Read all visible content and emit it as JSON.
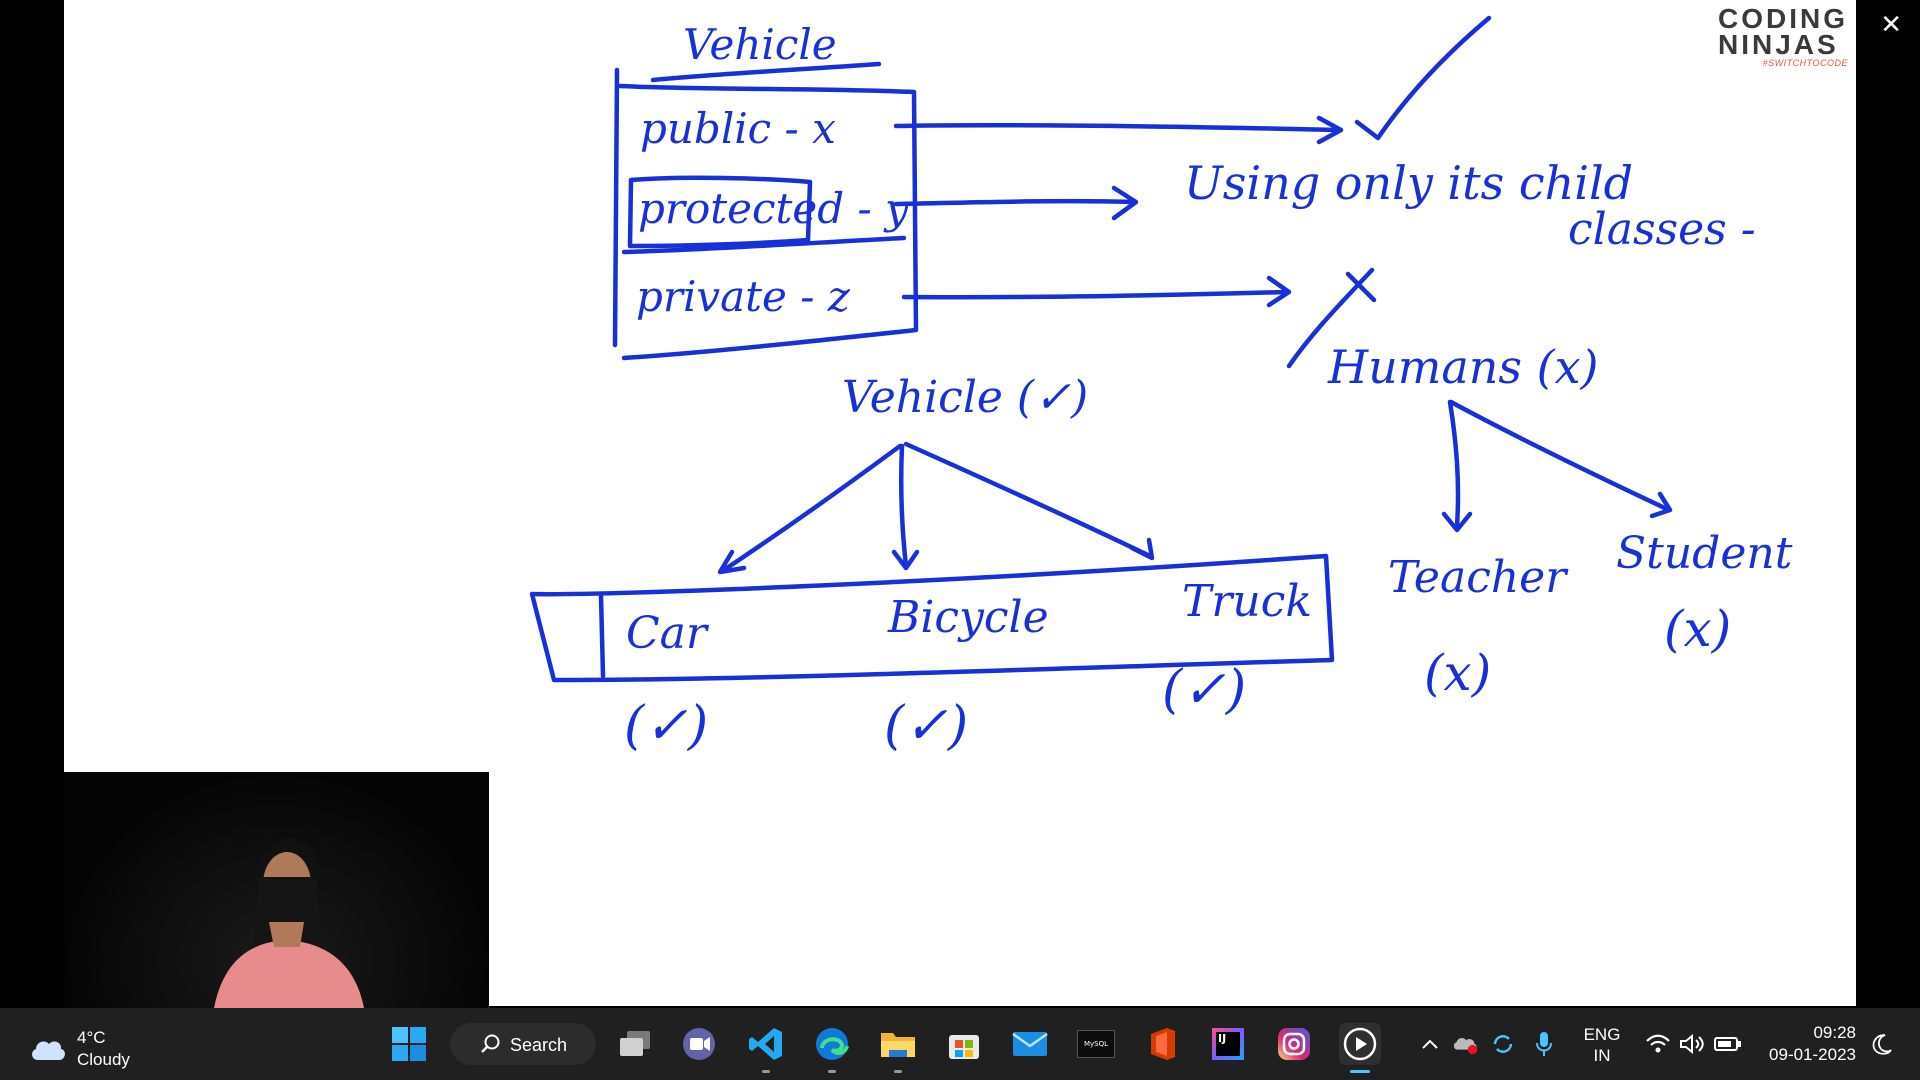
{
  "logo": {
    "line1": "CODING",
    "line2": "NINJAS",
    "tagline": "#SWITCHTOCODE"
  },
  "window": {
    "close_icon": "close-icon"
  },
  "whiteboard": {
    "class_title": "Vehicle",
    "members": [
      {
        "label": "public - x"
      },
      {
        "label": "protected - y"
      },
      {
        "label": "private - z"
      }
    ],
    "child_note_line1": "Using only its child",
    "child_note_line2": "classes -",
    "tree_left": {
      "root": "Vehicle (✓)",
      "children": [
        {
          "name": "Car",
          "mark": "(✓)"
        },
        {
          "name": "Bicycle",
          "mark": "(✓)"
        },
        {
          "name": "Truck",
          "mark": "(✓)"
        }
      ]
    },
    "tree_right": {
      "root": "Humans (x)",
      "children": [
        {
          "name": "Teacher",
          "mark": "(x)"
        },
        {
          "name": "Student",
          "mark": "(x)"
        }
      ]
    }
  },
  "taskbar": {
    "weather": {
      "temperature": "4°C",
      "condition": "Cloudy",
      "icon": "cloud-icon"
    },
    "search_label": "Search",
    "apps": [
      {
        "name": "start",
        "icon": "windows-logo-icon"
      },
      {
        "name": "search",
        "icon": "search-icon"
      },
      {
        "name": "task-view",
        "icon": "task-view-icon"
      },
      {
        "name": "teams-chat",
        "icon": "video-chat-icon"
      },
      {
        "name": "vscode",
        "icon": "vscode-icon"
      },
      {
        "name": "edge",
        "icon": "edge-icon"
      },
      {
        "name": "file-explorer",
        "icon": "folder-icon"
      },
      {
        "name": "store",
        "icon": "store-icon"
      },
      {
        "name": "mail",
        "icon": "mail-icon"
      },
      {
        "name": "mysql",
        "icon": "mysql-icon",
        "badge_text": "MySQL"
      },
      {
        "name": "office",
        "icon": "office-icon"
      },
      {
        "name": "intellij",
        "icon": "intellij-icon",
        "badge_text": "IJ"
      },
      {
        "name": "instagram",
        "icon": "instagram-icon"
      },
      {
        "name": "media-player",
        "icon": "play-icon"
      }
    ],
    "tray": {
      "language_line1": "ENG",
      "language_line2": "IN",
      "time": "09:28",
      "date": "09-01-2023"
    },
    "colors": {
      "accent": "#4cc2ff",
      "ink": "#1730d9",
      "taskbar_bg": "#202020"
    }
  }
}
